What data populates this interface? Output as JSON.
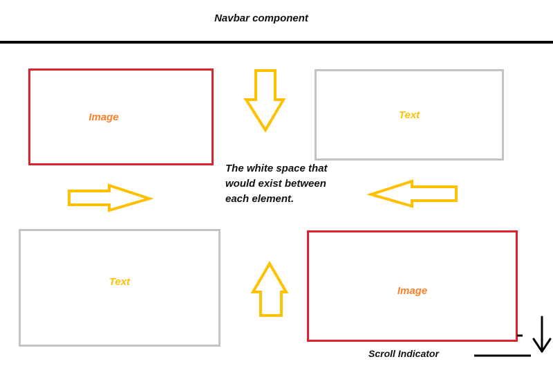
{
  "navbar": {
    "title": "Navbar component"
  },
  "boxes": {
    "top_left": {
      "label": "Image"
    },
    "top_right": {
      "label": "Text"
    },
    "bottom_left": {
      "label": "Text"
    },
    "bottom_right": {
      "label": "Image"
    }
  },
  "note": {
    "text": "The white space that would exist between each element."
  },
  "scroll": {
    "label": "Scroll Indicator"
  },
  "colors": {
    "image_border": "#e0202a",
    "text_border": "#c3c3c3",
    "image_label": "#ff7f27",
    "text_label": "#ffc000",
    "arrow": "#ffc000",
    "ink": "#000000"
  },
  "icons": {
    "arrow_down": "arrow-down-icon",
    "arrow_right": "arrow-right-icon",
    "arrow_left": "arrow-left-icon",
    "arrow_up": "arrow-up-icon",
    "scroll": "scroll-down-arrow-icon"
  }
}
